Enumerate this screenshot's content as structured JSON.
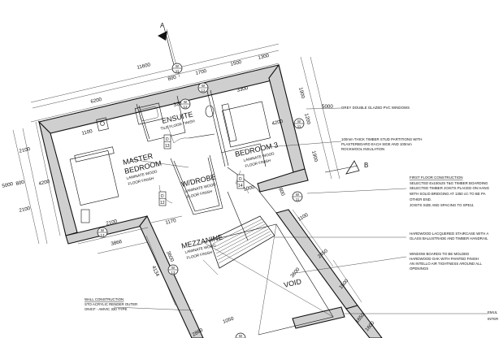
{
  "section_markers": {
    "a": "A",
    "b": "B"
  },
  "dimensions": {
    "d11600": "11600",
    "d800": "800",
    "d1700": "1700",
    "d1500": "1500",
    "d1300": "1300",
    "d6200": "6200",
    "d3200": "3200",
    "d3300": "3300",
    "d1900": "1900",
    "d1200": "1200",
    "d5000r": "5000",
    "d4200r": "4200",
    "d1900b": "1900",
    "d1100": "1100",
    "d2100a": "2100",
    "d5000l": "5000",
    "d800l": "800",
    "d4200l": "4200",
    "d2100b": "2100",
    "d2100c": "2100",
    "d3866": "3866",
    "d1170": "1170",
    "d1000": "1000",
    "d800b": "800",
    "d1100r": "1100",
    "d4134": "4134",
    "d3600": "3600",
    "d2450": "2450",
    "d3600b": "3600",
    "d1500b": "1500",
    "d1650": "1650",
    "d1600": "1600",
    "d1050": "1050",
    "d2860": "2860"
  },
  "rooms": {
    "ensuite": {
      "name": "ENSUITE",
      "finish": "TILE FLOOR FINISH"
    },
    "bedroom3": {
      "name": "BEDROOM 3",
      "finish1": "LAMINATE WOOD",
      "finish2": "FLOOR FINISH"
    },
    "master": {
      "name1": "MASTER",
      "name2": "BEDROOM",
      "finish1": "LAMINATE WOOD",
      "finish2": "FLOOR FINISH"
    },
    "wdrobe": {
      "name": "W/DROBE",
      "finish1": "LAMINATE WOOD",
      "finish2": "FLOOR FINISH"
    },
    "mezzanine": {
      "name": "MEZZANINE",
      "finish1": "LAMINATE WOOD",
      "finish2": "FLOOR FINISH"
    },
    "void": {
      "name": "VOID"
    }
  },
  "tags": {
    "d13": "D\n13",
    "d12": "D\n12",
    "d14": "D\n14"
  },
  "window_tags": [
    {
      "top": "W",
      "bottom": "11"
    },
    {
      "top": "W",
      "bottom": "12"
    },
    {
      "top": "W",
      "bottom": "12"
    },
    {
      "top": "W",
      "bottom": "11"
    },
    {
      "top": "W",
      "bottom": "11"
    },
    {
      "top": "W",
      "bottom": "13"
    },
    {
      "top": "W",
      "bottom": "13"
    },
    {
      "top": "W",
      "bottom": "14"
    }
  ],
  "notes": {
    "windows": "GREY DOUBLE GLAZED PVC WINDOWS",
    "partition1": "100mm THICK TIMBER STUD PARTITIONS WITH",
    "partition2": "PLASTERBOARD EACH SIDE AND 100mm",
    "partition3": "ROCKWOOL INSULATION",
    "ffc_title": "FIRST FLOOR CONSTRUCTION",
    "ffc1": "SELECTED Ex150x25 T&G TIMBER BOARDING",
    "ffc2": "SELECTED TIMBER JOISTS PLACED ON HANG",
    "ffc3": "WITH SOLID BRIDGING AT 1350 c/c TO BE PA",
    "ffc4": "OTHER END.",
    "ffc5": "JOISTS SIZE AND SPACING TO SPE11",
    "stair1": "HARDWOOD LACQUERED STAIRCASE WITH A",
    "stair2": "GLASS BALUSTRADE AND TIMBER HANDRAIL",
    "board1": "WINDOW BOARDS TO BE MOLDED",
    "board2": "HARDWOOD OAK WITH PAINTED FINISH",
    "board3": "AN INTELLO AIR TIGHTNESS AROUND ALL",
    "board4": "OPENINGS",
    "wall_title": "WALL CONSTRUCTION",
    "wall1": "STO ACRYLIC RENDER OUTER",
    "wall2": "ONICF - AMVIC 330 TYPE",
    "emul": "EMUL",
    "inter": "INTER"
  }
}
